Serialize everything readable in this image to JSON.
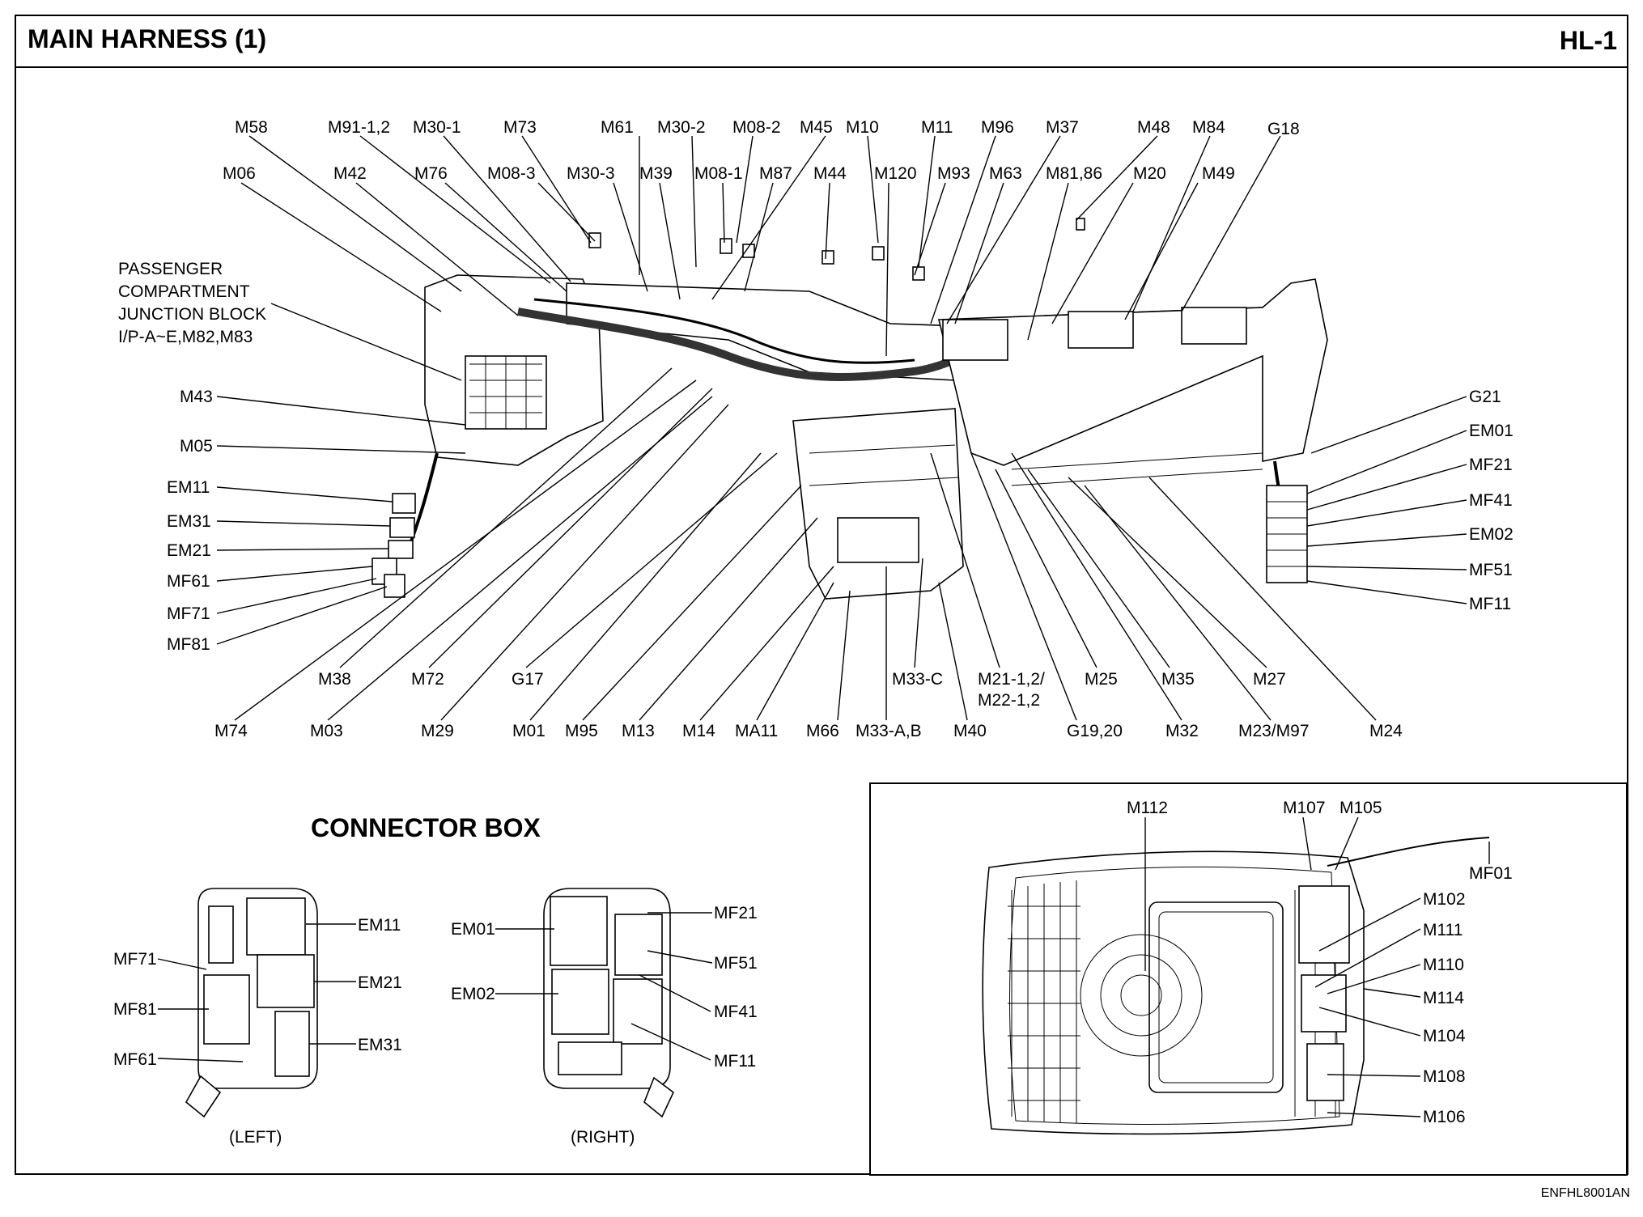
{
  "header": {
    "title": "MAIN HARNESS (1)",
    "page_id": "HL-1"
  },
  "figure_code": "ENFHL8001AN",
  "main_labels": {
    "m58": "M58",
    "m91": "M91-1,2",
    "m30_1": "M30-1",
    "m73": "M73",
    "m61": "M61",
    "m30_2": "M30-2",
    "m08_2": "M08-2",
    "m45": "M45",
    "m10": "M10",
    "m11": "M11",
    "m96": "M96",
    "m37": "M37",
    "m48": "M48",
    "m84": "M84",
    "g18": "G18",
    "m06": "M06",
    "m42": "M42",
    "m76": "M76",
    "m08_3": "M08-3",
    "m30_3": "M30-3",
    "m39": "M39",
    "m08_1": "M08-1",
    "m87": "M87",
    "m44": "M44",
    "m120": "M120",
    "m93": "M93",
    "m63": "M63",
    "m81": "M81,86",
    "m20": "M20",
    "m49": "M49",
    "pcjb1": "PASSENGER",
    "pcjb2": "COMPARTMENT",
    "pcjb3": "JUNCTION BLOCK",
    "pcjb4": "I/P-A~E,M82,M83",
    "m43": "M43",
    "m05": "M05",
    "em11": "EM11",
    "em31": "EM31",
    "em21": "EM21",
    "mf61": "MF61",
    "mf71": "MF71",
    "mf81": "MF81",
    "g21": "G21",
    "em01": "EM01",
    "mf21": "MF21",
    "mf41": "MF41",
    "em02": "EM02",
    "mf51": "MF51",
    "mf11": "MF11",
    "m38": "M38",
    "m72": "M72",
    "g17": "G17",
    "m33c": "M33-C",
    "m21": "M21-1,2/",
    "m22": "M22-1,2",
    "m25": "M25",
    "m35": "M35",
    "m27": "M27",
    "m74": "M74",
    "m03": "M03",
    "m29": "M29",
    "m01": "M01",
    "m95": "M95",
    "m13": "M13",
    "m14": "M14",
    "ma11": "MA11",
    "m66": "M66",
    "m33ab": "M33-A,B",
    "m40": "M40",
    "g19": "G19,20",
    "m32": "M32",
    "m23": "M23/M97",
    "m24": "M24"
  },
  "connector_box": {
    "title": "CONNECTOR BOX",
    "left_caption": "(LEFT)",
    "right_caption": "(RIGHT)",
    "left_labels": {
      "em11": "EM11",
      "em21": "EM21",
      "em31": "EM31",
      "mf71": "MF71",
      "mf81": "MF81",
      "mf61": "MF61"
    },
    "right_labels": {
      "em01": "EM01",
      "em02": "EM02",
      "mf21": "MF21",
      "mf51": "MF51",
      "mf41": "MF41",
      "mf11": "MF11"
    }
  },
  "roof_panel": {
    "labels": {
      "m112": "M112",
      "m107": "M107",
      "m105": "M105",
      "mf01": "MF01",
      "m102": "M102",
      "m111": "M111",
      "m110": "M110",
      "m114": "M114",
      "m104": "M104",
      "m108": "M108",
      "m106": "M106"
    }
  }
}
